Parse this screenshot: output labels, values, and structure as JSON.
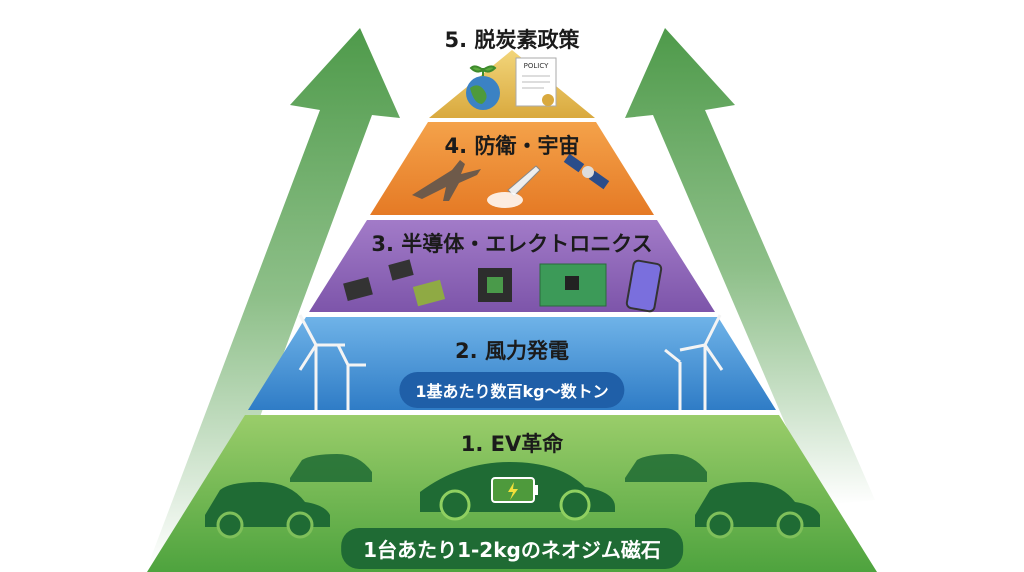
{
  "tiers": [
    {
      "level": 5,
      "title": "5. 脱炭素政策",
      "icons": [
        "earth-sprout-icon",
        "policy-document-icon"
      ],
      "policy_doc_text": "POLICY",
      "color": "#e0b54a"
    },
    {
      "level": 4,
      "title": "4. 防衛・宇宙",
      "icons": [
        "fighter-jet-icon",
        "missile-icon",
        "satellite-icon"
      ],
      "color": "#ea8a2e"
    },
    {
      "level": 3,
      "title": "3. 半導体・エレクトロニクス",
      "icons": [
        "chip-icon",
        "circuit-board-icon",
        "smartphone-icon"
      ],
      "color": "#8c63b5"
    },
    {
      "level": 2,
      "title": "2. 風力発電",
      "note": "1基あたり数百kg〜数トン",
      "icons": [
        "wind-turbine-icon"
      ],
      "color": "#3f8fd6"
    },
    {
      "level": 1,
      "title": "1. EV革命",
      "note": "1台あたり1-2kgのネオジム磁石",
      "icons": [
        "car-icon",
        "battery-icon"
      ],
      "color": "#6bb84a"
    }
  ],
  "colors": {
    "arrow": "#4e9a4a",
    "note_blue": "#1f5fa8",
    "note_green": "#1f6b34"
  }
}
